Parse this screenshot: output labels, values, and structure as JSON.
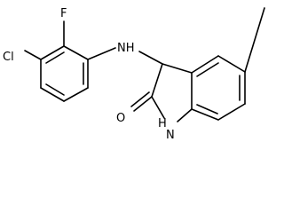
{
  "molecule": {
    "atoms": {
      "cl": "Cl",
      "f": "F",
      "nh_amine": "NH",
      "nh_lactam": "H",
      "nh_lactam_n": "N",
      "o": "O"
    }
  }
}
